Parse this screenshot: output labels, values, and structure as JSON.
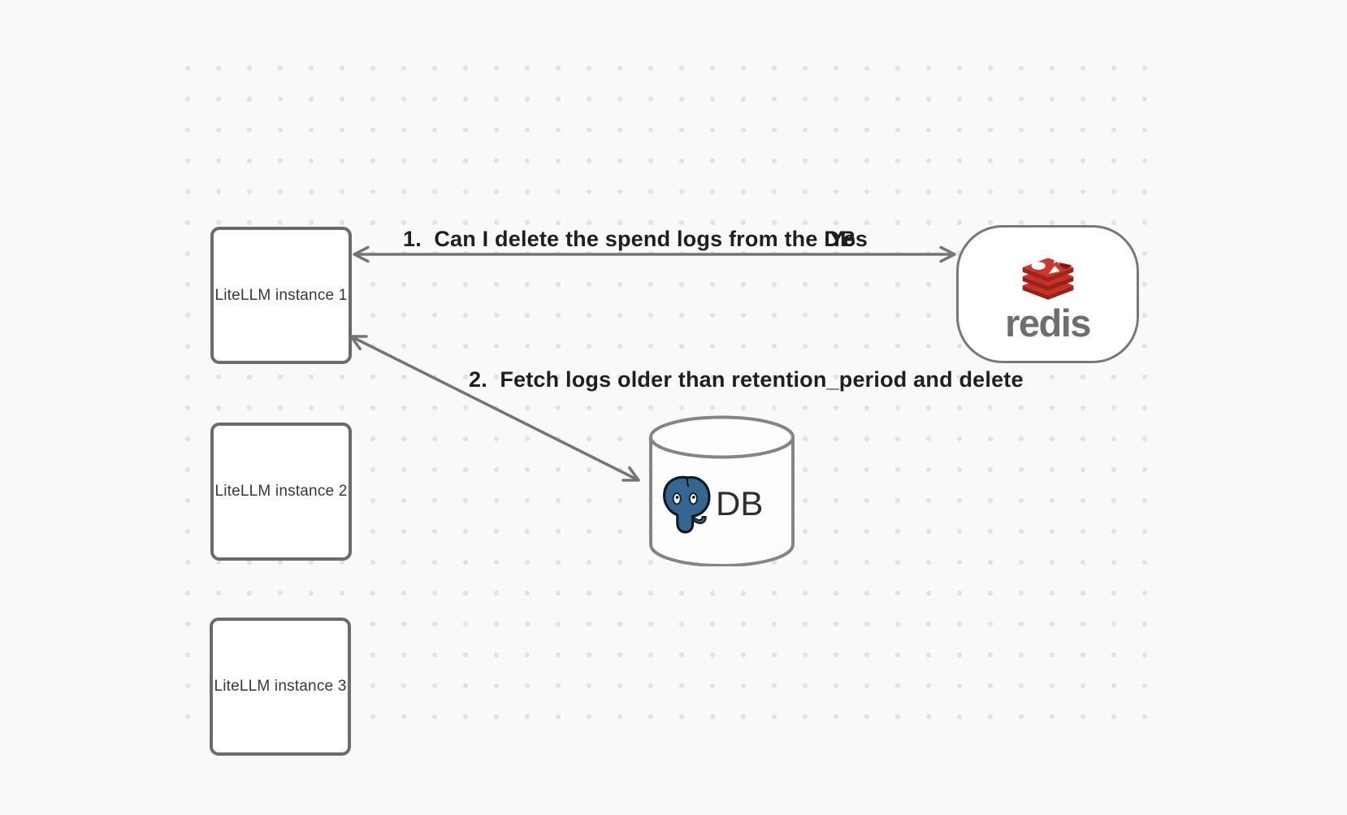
{
  "canvas": {
    "background_color": "#f9f9f9",
    "grid_dot_color": "#e3e3e3",
    "stroke_color": "#757575"
  },
  "nodes": {
    "litellm_instances": [
      {
        "label": "LiteLLM instance 1"
      },
      {
        "label": "LiteLLM instance 2"
      },
      {
        "label": "LiteLLM instance 3"
      }
    ],
    "redis": {
      "wordmark": "redis",
      "logo": "redis-stack-icon",
      "brand_red": "#c6302b",
      "wordmark_color": "#6f6d6d"
    },
    "database": {
      "label": "DB",
      "logo": "postgresql-elephant-icon",
      "brand_blue": "#336791"
    }
  },
  "edges": {
    "edge1": {
      "label": "1.  Can I delete the spend logs from the DB",
      "response": "Yes",
      "from": "LiteLLM instance 1",
      "to": "redis"
    },
    "edge2": {
      "label": "2.  Fetch logs older than retention_period and delete",
      "from": "LiteLLM instance 1",
      "to": "DB"
    }
  }
}
